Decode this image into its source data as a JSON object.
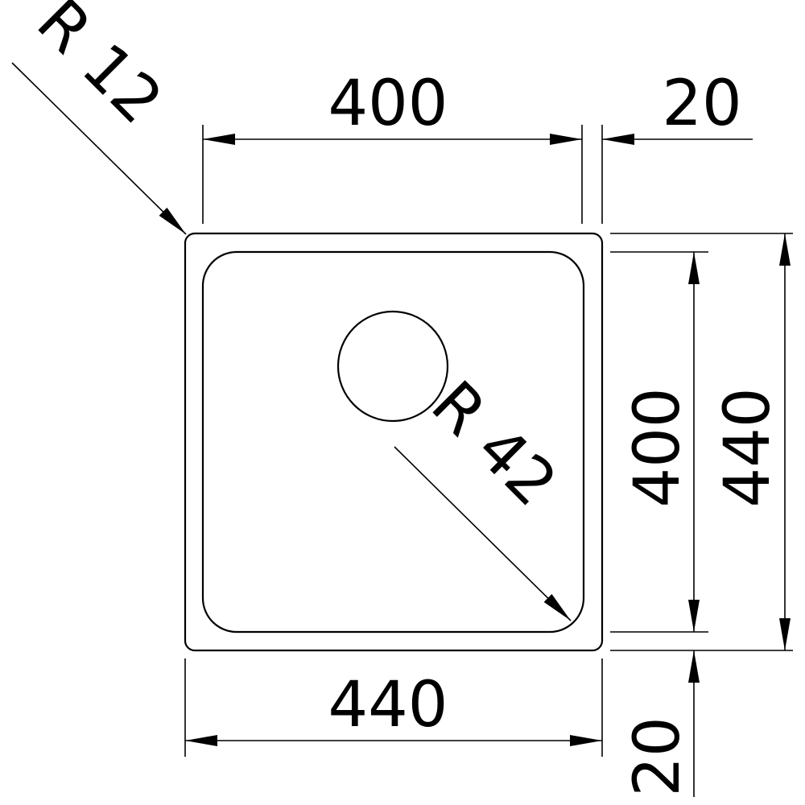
{
  "drawing": {
    "title": "Sink dimension drawing",
    "labels": {
      "top_inner_width": "400",
      "top_rim": "20",
      "corner_outer_radius": "R 12",
      "corner_inner_radius": "R 42",
      "right_inner_height": "400",
      "right_outer_height": "440",
      "bottom_outer_width": "440",
      "bottom_rim": "20"
    },
    "line_color": "#000000",
    "background": "#ffffff"
  }
}
